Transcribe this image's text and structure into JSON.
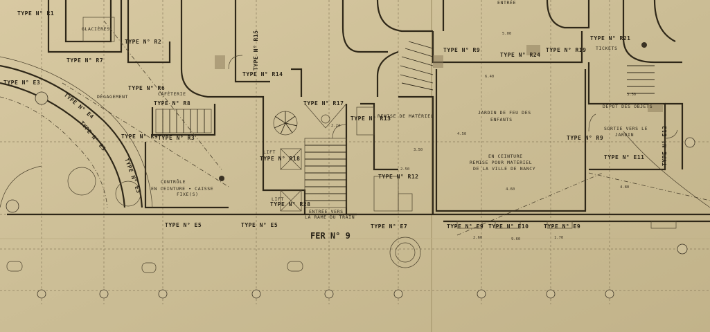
{
  "labels": {
    "r1": "TYPE N° R1",
    "r2": "TYPE N° R2",
    "r7": "TYPE N° R7",
    "r6": "TYPE N° R6",
    "r8": "TYPE N° R8",
    "r3": "TYPE N° R3",
    "r9": "TYPE N° R9",
    "r14": "TYPE N° R14",
    "r15": "TYPE N° R15",
    "r17": "TYPE N° R17",
    "r13": "TYPE N° R13",
    "r18": "TYPE N° R18",
    "r28": "TYPE N° R28",
    "r12": "TYPE N° R12",
    "r24": "TYPE N° R24",
    "r19": "TYPE N° R19",
    "r21": "TYPE N° R21",
    "r9b": "TYPE N° R9",
    "r9c": "TYPE N° R9",
    "e3a": "TYPE N° E3",
    "e3b": "TYPE N° E3",
    "e3c": "TYPE N° E3",
    "e4": "TYPE N° E4",
    "e5a": "TYPE N° E5",
    "e5b": "TYPE N° E5",
    "e7": "TYPE N° E7",
    "e9a": "TYPE N° E9",
    "e9b": "TYPE N° E9",
    "e10": "TYPE N° E10",
    "e11": "TYPE N° E11",
    "e12": "TYPE N° E12",
    "fer9": "FER N° 9"
  },
  "rooms": {
    "glacieres": "GLACIÈRES",
    "degagement": "DÉGAGEMENT",
    "cafeterie": "CAFÉTERIE",
    "controle1": "CONTRÔLE",
    "controle2": "EN CEINTURE • CAISSE",
    "controle3": "FIXE(S)",
    "jardin": "JARDIN DE FEU DES",
    "enfants": "ENFANTS",
    "remise1": "EN CEINTURE",
    "remise2": "REMISE POUR MATÉRIEL",
    "remise3": "DE LA VILLE DE NANCY",
    "sortie1": "SORTIE VERS LE",
    "sortie2": "JARDIN",
    "entree1": "ENTRÉE VERS",
    "entree2": "LA RAME DU TRAIN",
    "entree_top": "ENTRÉE",
    "depot": "DÉPÔT DES OBJETS",
    "tickets": "TICKETS",
    "lift": "LIFT",
    "remise_ops": "REMISE DE MATÉRIEL"
  },
  "dims": [
    "5.00",
    "4.50",
    "3.50",
    "4.60",
    "9.60",
    "2.50",
    "2.24",
    "3.50",
    "4.80",
    "2.60",
    "1.70",
    "6.40"
  ]
}
